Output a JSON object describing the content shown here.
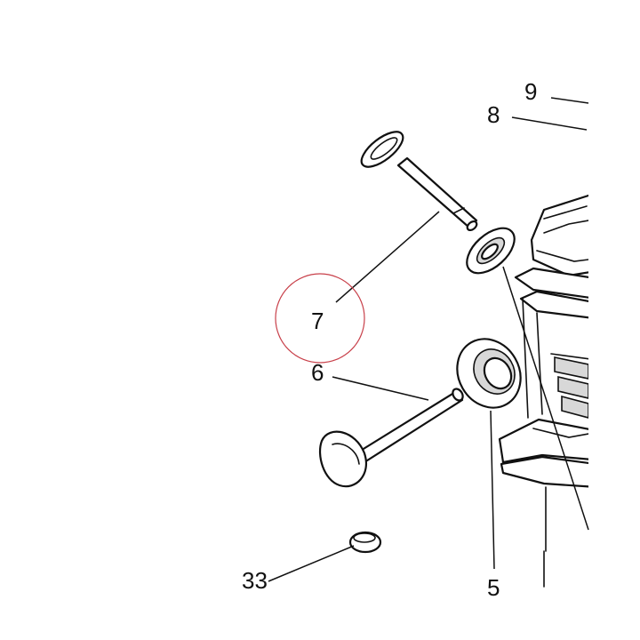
{
  "diagram": {
    "callouts": {
      "c9": "9",
      "c8": "8",
      "c7": "7",
      "c6": "6",
      "c33": "33",
      "c5": "5"
    },
    "highlight_color": "#c8404a",
    "line_color": "#111111"
  }
}
